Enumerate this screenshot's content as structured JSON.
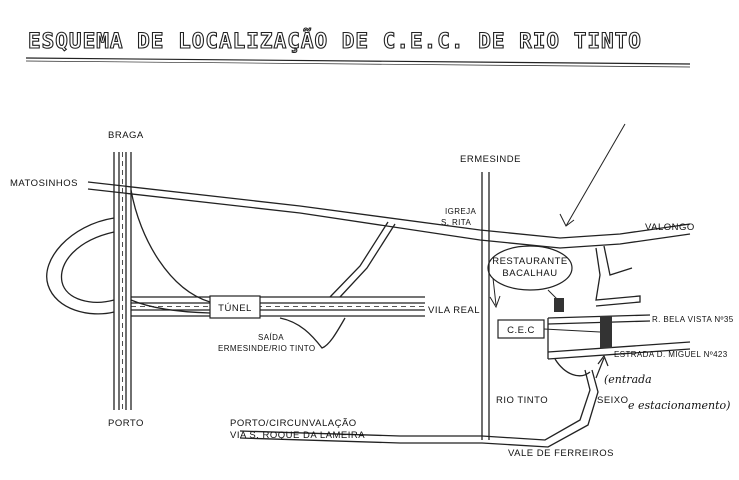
{
  "title": "ESQUEMA DE LOCALIZAÇÃO DE C.E.C. DE RIO TINTO",
  "labels": {
    "braga": "BRAGA",
    "matosinhos": "MATOSINHOS",
    "porto": "PORTO",
    "tunel": "TÚNEL",
    "saida_line1": "SAÍDA",
    "saida_line2": "ERMESINDE/RIO TINTO",
    "vila_real": "VILA REAL",
    "ermesinde": "ERMESINDE",
    "igreja_line1": "IGREJA",
    "igreja_line2": "S. RITA",
    "valongo": "VALONGO",
    "restaurante_line1": "RESTAURANTE",
    "restaurante_line2": "BACALHAU",
    "cec": "C.E.C",
    "rua_bela_vista": "R. BELA VISTA Nº35",
    "estrada": "ESTRADA D. MIGUEL Nº423",
    "rio_tinto": "RIO TINTO",
    "seixo": "SEIXO",
    "porto_circ_line1": "PORTO/CIRCUNVALAÇÃO",
    "porto_circ_line2": "VIA S. ROQUE DA LAMEIRA",
    "vale_de_ferreiros": "VALE DE FERREIROS"
  },
  "handwritten": {
    "entrada": "(entrada",
    "estacionamento": "e estacionamento)"
  },
  "colors": {
    "ink": "#222222",
    "paper": "#ffffff",
    "building": "#333333"
  }
}
